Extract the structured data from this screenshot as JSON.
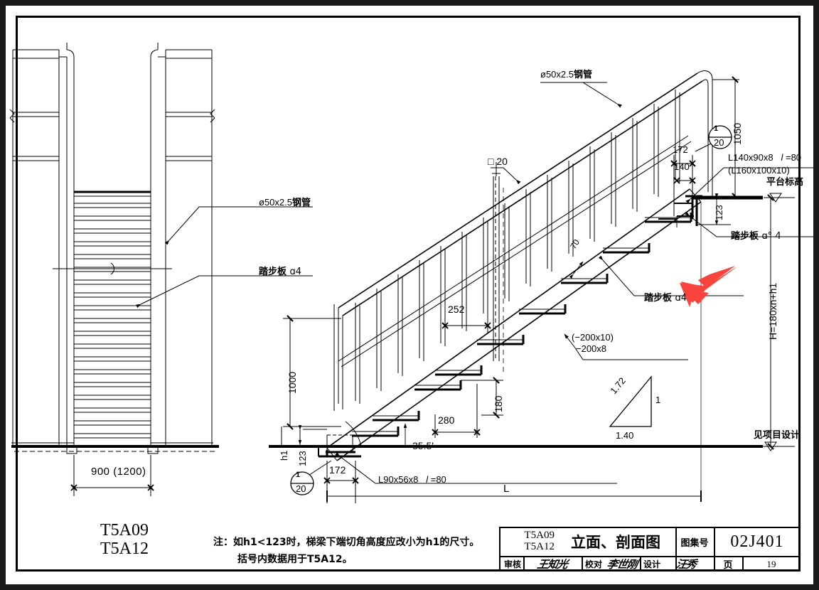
{
  "viewer": {
    "fullscreen_button_icon": "fullscreen-exit-icon"
  },
  "drawing": {
    "left_view": {
      "width_dimension": "900 (1200)",
      "pipe_label": "ø50x2.5钢管",
      "tread_label": "踏步板 ɑ4"
    },
    "section_view": {
      "pipe_label": "ø50x2.5钢管",
      "square_bar_label": "20",
      "square_bar_symbol": "□",
      "stringer_label_bracket": "(−200x10)",
      "stringer_label_main": "−200x8",
      "tread_label": "踏步板 ɑ4",
      "tread_label_top": "踏步板 ɑ°4",
      "angle_top": "L140x90x8",
      "angle_top_len": "l = 80",
      "angle_top_bracket": "(L160x100x10)",
      "angle_bottom": "L90x56x8",
      "angle_bottom_len": "l = 80",
      "platform_level": "平台标高",
      "project_design": "见项目设计",
      "slope_angle": "35.5'",
      "dim_1050": "1050",
      "dim_1000": "1000",
      "dim_123_top": "123",
      "dim_123_bottom": "123",
      "dim_h1": "h1",
      "dim_172_top": "172",
      "dim_140": "140",
      "dim_172_bottom": "172",
      "dim_252": "252",
      "dim_280": "280",
      "dim_180": "180",
      "dim_70": "70",
      "dim_L": "L",
      "dim_H": "H=180xn+h1",
      "triangle_hyp": "1.72",
      "triangle_vert": "1",
      "triangle_base": "1.40",
      "detail_bubble_top_num": "1",
      "detail_bubble_top_den": "20",
      "detail_bubble_bottom_num": "1",
      "detail_bubble_bottom_den": "20"
    },
    "note": {
      "codes_line1": "T5A09",
      "codes_line2": "T5A12",
      "line1": "注：如h1<123时，梯梁下端切角高度应改小为h1的尺寸。",
      "line2": "括号内数据用于T5A12。"
    },
    "title_block": {
      "code_line1": "T5A09",
      "code_line2": "T5A12",
      "drawing_title": "立面、剖面图",
      "atlas_label": "图集号",
      "atlas_number": "02J401",
      "review_label": "审核",
      "review_signature": "王知光",
      "check_label": "校对",
      "check_signature": "李世刚",
      "design_label": "设计",
      "design_signature": "汪秀",
      "page_label": "页",
      "page_number": "19"
    },
    "annotation": {
      "arrow_color": "#f8443c",
      "arrow_target": "踏步板 ɑ4"
    }
  }
}
